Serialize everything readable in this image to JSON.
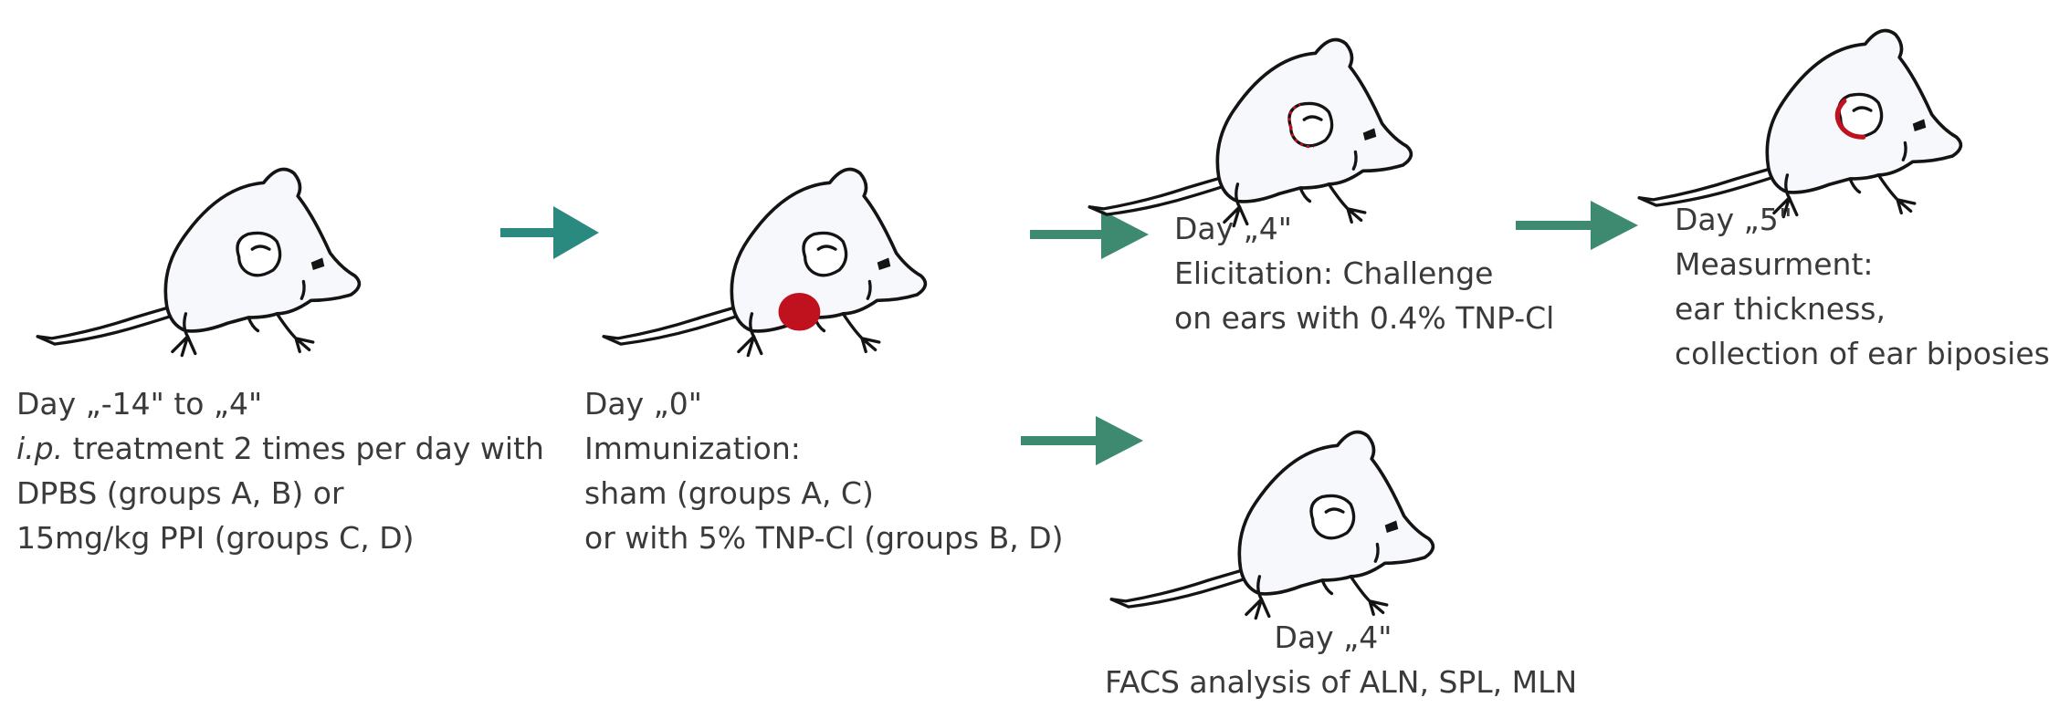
{
  "colors": {
    "arrow_teal": "#2a8a80",
    "arrow_green": "#3e8a70",
    "immunization_mark": "#c0111f",
    "text": "#3a3a3a",
    "outline": "#141414"
  },
  "steps": {
    "treatment": {
      "line1": "Day „-14\" to „4\"",
      "line2_italic": "i.p.",
      "line2_rest": " treatment 2 times per day with",
      "line3": "DPBS (groups A, B) or",
      "line4": "15mg/kg PPI (groups C, D)"
    },
    "immunization": {
      "line1": "Day „0\"",
      "line2": "Immunization:",
      "line3": "sham (groups A, C)",
      "line4": "or with 5% TNP-Cl (groups B, D)"
    },
    "elicitation": {
      "line1": "Day „4\"",
      "line2": "Elicitation: Challenge",
      "line3": "on ears with 0.4% TNP-Cl"
    },
    "measurement": {
      "line1": "Day „5\"",
      "line2": "Measurment:",
      "line3": "ear thickness,",
      "line4": "collection of ear biposies"
    },
    "facs": {
      "line1": "Day „4\"",
      "line2": "FACS analysis of ALN, SPL, MLN"
    }
  }
}
